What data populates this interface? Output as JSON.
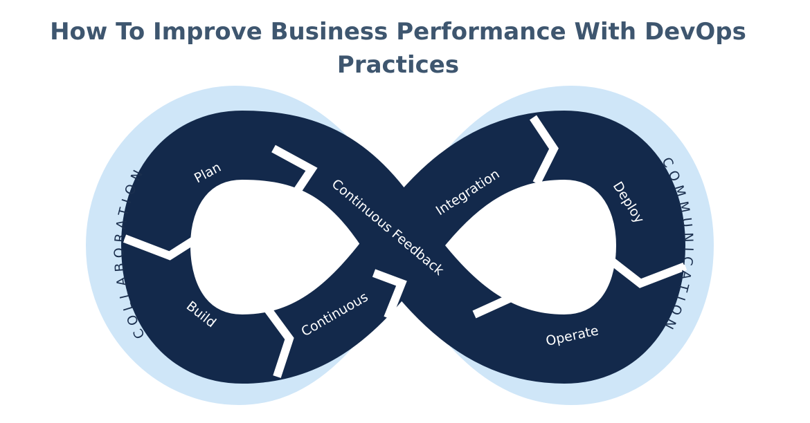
{
  "title": {
    "line1": "How To Improve Business Performance With DevOps",
    "line2": "Practices"
  },
  "colors": {
    "title": "#3e566f",
    "segment": "#13294b",
    "ring": "#cfe6f8",
    "ring_text": "#1b2f4e"
  },
  "segments": {
    "plan": "Plan",
    "build": "Build",
    "continuous": "Continuous",
    "feedback": "Continuous Feedback",
    "integration": "Integration",
    "deploy": "Deploy",
    "operate": "Operate"
  },
  "ring_labels": {
    "left": "COLLABORATION",
    "right": "COMMUNICATION"
  }
}
